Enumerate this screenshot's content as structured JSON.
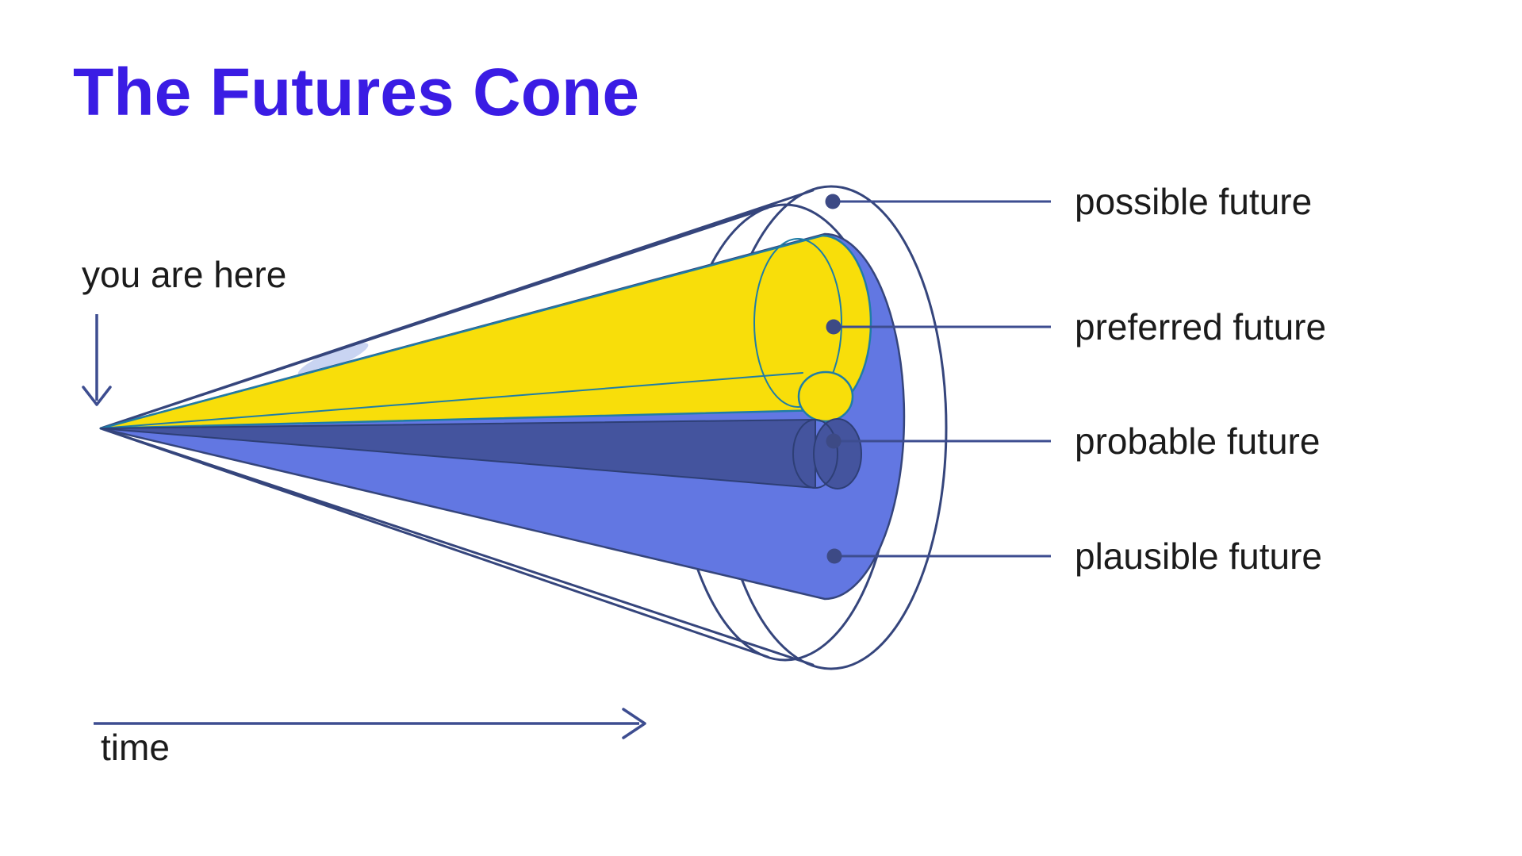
{
  "title": {
    "text": "The Futures Cone",
    "color": "#3a1ce4"
  },
  "annotations": {
    "you_are_here": "you are here",
    "time": "time"
  },
  "labels": [
    {
      "id": "possible",
      "text": "possible future"
    },
    {
      "id": "preferred",
      "text": "preferred future"
    },
    {
      "id": "probable",
      "text": "probable future"
    },
    {
      "id": "plausible",
      "text": "plausible future"
    }
  ],
  "diagram": {
    "type": "futures-cone",
    "apex_label": "you are here",
    "axis_label": "time",
    "regions_outer_to_inner": [
      "possible",
      "plausible",
      "probable"
    ],
    "highlight_region": "preferred"
  },
  "colors": {
    "background": "#ffffff",
    "outline_navy": "#35457c",
    "leader_line": "#3d4d90",
    "possible_fill": "#ffffff",
    "plausible_fill": "#6277e2",
    "probable_fill": "#44549e",
    "preferred_fill": "#f8de0a",
    "preferred_outline_teal": "#1f7da6",
    "dot": "#3d4a85",
    "label_text": "#1b1b1b",
    "title_text": "#3a1ce4",
    "highlight_sliver": "#c9d4f2"
  }
}
